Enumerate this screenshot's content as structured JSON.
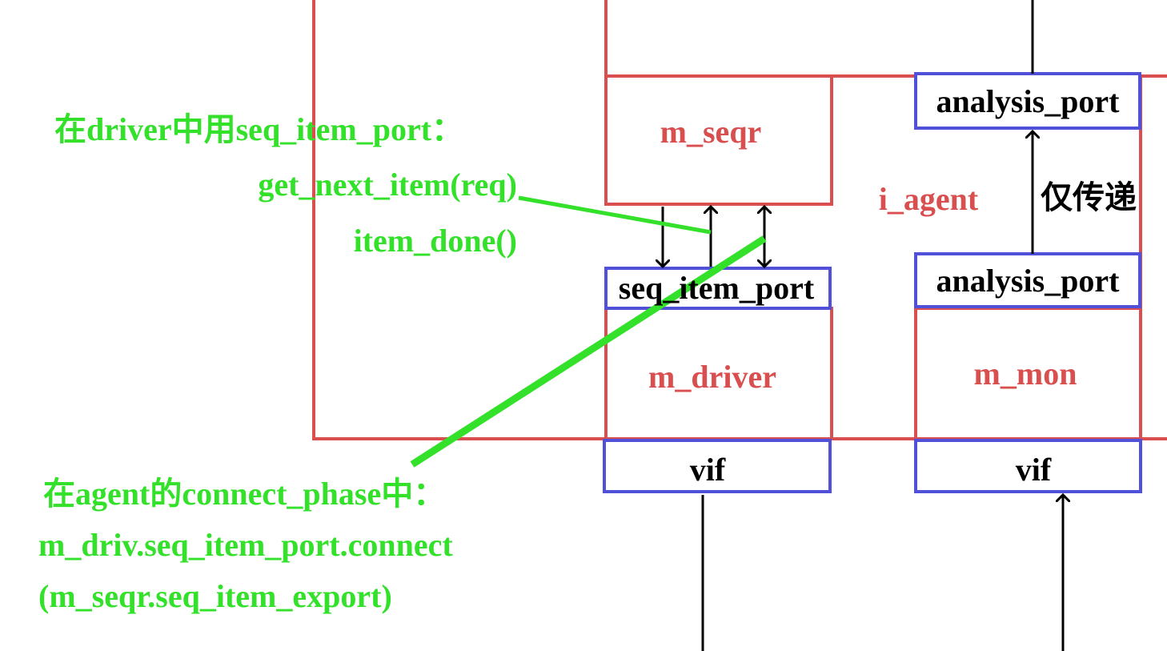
{
  "colors": {
    "component_border": "#d94f4f",
    "port_border": "#5050d8",
    "annotation": "#33e02a",
    "connector": "#000000"
  },
  "components": {
    "sequencer": "m_seqr",
    "agent": "i_agent",
    "driver": "m_driver",
    "monitor": "m_mon"
  },
  "ports": {
    "driver_port": "seq_item_port",
    "monitor_port": "analysis_port",
    "agent_port": "analysis_port",
    "driver_vif": "vif",
    "monitor_vif": "vif"
  },
  "labels": {
    "pass_through": "仅传递"
  },
  "annotations": {
    "driver_usage": {
      "line1": "在driver中用seq_item_port：",
      "line2": "get_next_item(req)",
      "line3": "item_done()"
    },
    "agent_connect": {
      "line1": "在agent的connect_phase中：",
      "line2": "m_driv.seq_item_port.connect",
      "line3": "(m_seqr.seq_item_export)"
    }
  }
}
